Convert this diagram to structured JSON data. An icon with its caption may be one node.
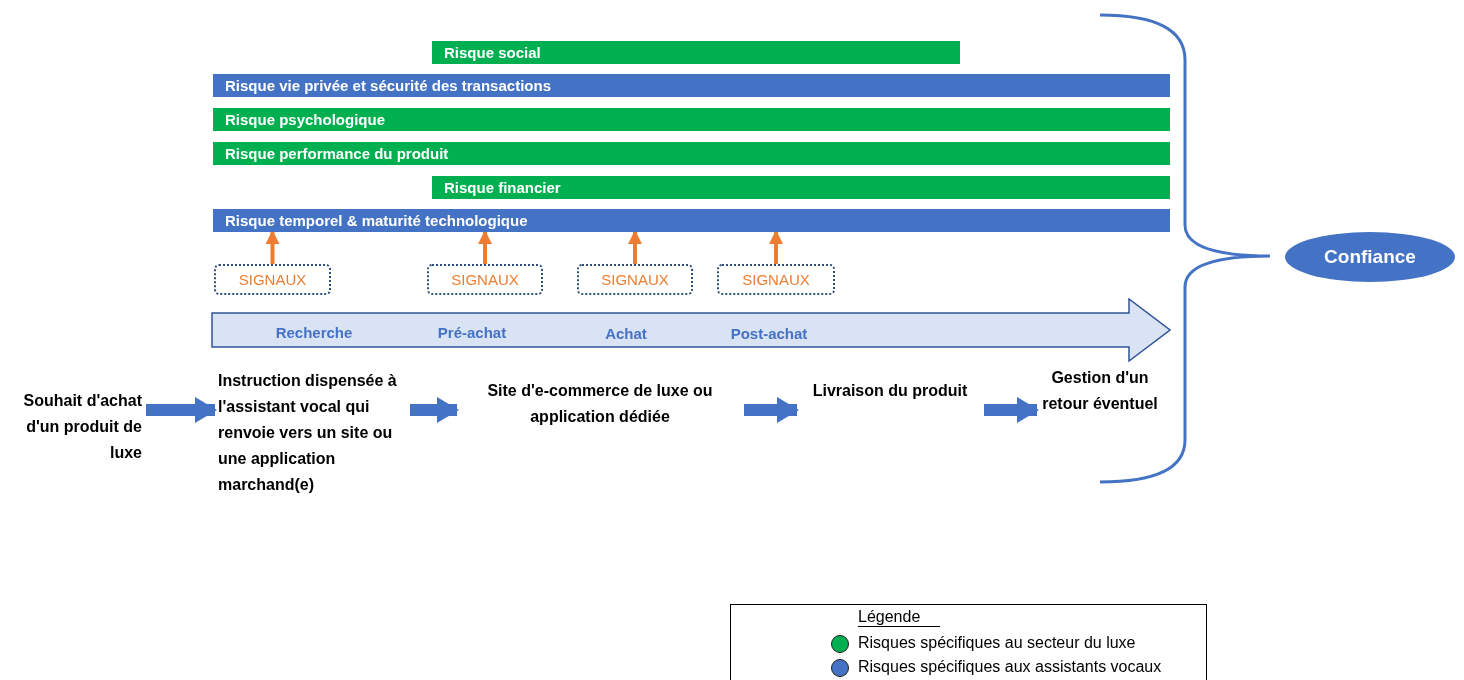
{
  "diagram": {
    "nodes": [
      {
        "text": [
          "Risque social"
        ]
      },
      {
        "text": [
          "Risque vie privée et sécurité des transactions"
        ]
      },
      {
        "text": [
          "Risque psychologique"
        ]
      },
      {
        "text": [
          "Risque performance du produit"
        ]
      },
      {
        "text": [
          "Risque financier"
        ]
      },
      {
        "text": [
          "Risque temporel & maturité technologique"
        ]
      },
      {
        "text": [
          "SIGNAUX"
        ]
      },
      {
        "text": [
          "SIGNAUX"
        ]
      },
      {
        "text": [
          "SIGNAUX"
        ]
      },
      {
        "text": [
          "SIGNAUX"
        ]
      },
      {
        "text": [
          "Recherche",
          "Pré-achat",
          "Achat",
          "Post-achat"
        ]
      },
      {
        "text": [
          "Souhait d'achat d'un produit de luxe"
        ]
      },
      {
        "text": [
          "Instruction dispensée à l'assistant vocal qui renvoie vers un site ou une application marchand(e)"
        ]
      },
      {
        "text": [
          "Site d'e-commerce de luxe ou application dédiée"
        ]
      },
      {
        "text": [
          "Livraison du produit"
        ]
      },
      {
        "text": [
          "Gestion d'un retour éventuel"
        ]
      },
      {
        "text": [
          "Confiance"
        ]
      }
    ],
    "edges": [
      {
        "from": 6,
        "to": 5,
        "arrow": "to",
        "color": "#ed7d31"
      },
      {
        "from": 7,
        "to": 5,
        "arrow": "to",
        "color": "#ed7d31"
      },
      {
        "from": 8,
        "to": 5,
        "arrow": "to",
        "color": "#ed7d31"
      },
      {
        "from": 9,
        "to": 5,
        "arrow": "to",
        "color": "#ed7d31"
      },
      {
        "from": 11,
        "to": 12,
        "arrow": "to",
        "style": "thick",
        "color": "#4472c4"
      },
      {
        "from": 12,
        "to": 13,
        "arrow": "to",
        "style": "thick",
        "color": "#4472c4"
      },
      {
        "from": 13,
        "to": 14,
        "arrow": "to",
        "style": "thick",
        "color": "#4472c4"
      },
      {
        "from": 14,
        "to": 15,
        "arrow": "to",
        "style": "thick",
        "color": "#4472c4"
      }
    ],
    "labels": [
      "Légende"
    ],
    "legend": [
      {
        "text": "Risques spécifiques au secteur du luxe",
        "color": "#00b050"
      },
      {
        "text": "Risques spécifiques aux assistants vocaux",
        "color": "#4472c4"
      }
    ]
  }
}
